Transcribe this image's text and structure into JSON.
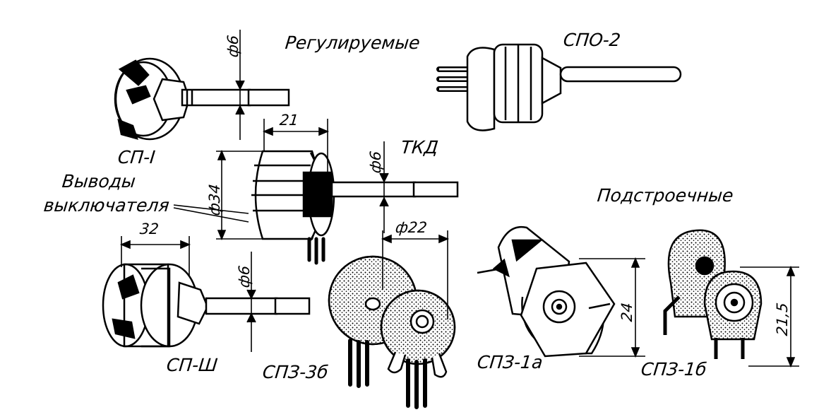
{
  "headings": {
    "adjustable": "Регулируемые",
    "trimmer": "Подстроечные"
  },
  "components": {
    "sp1": "СП-I",
    "spo2": "СПО-2",
    "tkd": "ТКД",
    "sp3": "СП-Ш",
    "sp3_3b": "СПЗ-3б",
    "sp3_1a": "СПЗ-1а",
    "sp3_1b": "СПЗ-1б"
  },
  "annotations": {
    "switch_leads_1": "Выводы",
    "switch_leads_2": "выключателя"
  },
  "dimensions": {
    "sp1_shaft": "ф6",
    "tkd_width": "21",
    "tkd_shaft": "ф6",
    "tkd_diameter": "ф34",
    "sp3_width": "32",
    "sp3_shaft": "ф6",
    "sp3_3b_diameter": "ф22",
    "sp3_1a_height": "24",
    "sp3_1b_height": "21,5"
  },
  "colors": {
    "ink": "#000000",
    "paper": "#ffffff"
  }
}
